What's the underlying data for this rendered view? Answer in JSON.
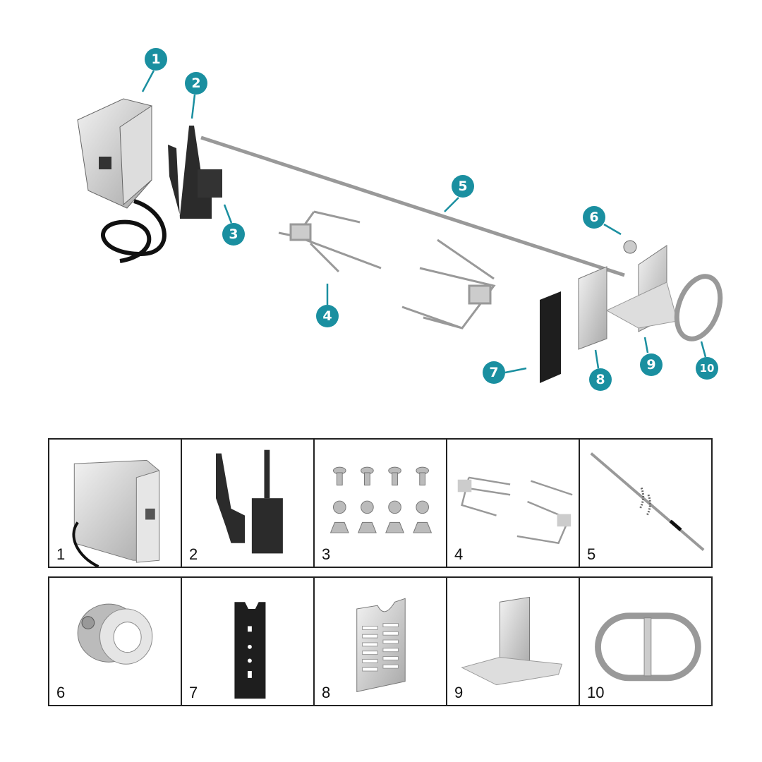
{
  "accent_color": "#1a8fa0",
  "callouts": [
    "1",
    "2",
    "3",
    "4",
    "5",
    "6",
    "7",
    "8",
    "9",
    "10"
  ],
  "parts": [
    {
      "number": "1",
      "icon": "motor-box-icon"
    },
    {
      "number": "2",
      "icon": "motor-bracket-icon"
    },
    {
      "number": "3",
      "icon": "screws-washers-nuts-icon"
    },
    {
      "number": "4",
      "icon": "meat-forks-icon"
    },
    {
      "number": "5",
      "icon": "spit-rod-icon"
    },
    {
      "number": "6",
      "icon": "collar-icon"
    },
    {
      "number": "7",
      "icon": "black-plate-icon"
    },
    {
      "number": "8",
      "icon": "vented-plate-icon"
    },
    {
      "number": "9",
      "icon": "support-bracket-icon"
    },
    {
      "number": "10",
      "icon": "handle-icon"
    }
  ]
}
